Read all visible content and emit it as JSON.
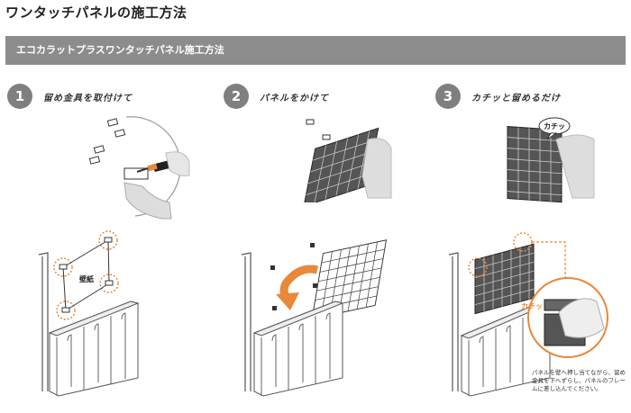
{
  "page": {
    "title": "ワンタッチパネルの施工方法"
  },
  "banner": {
    "text": "エコカラットプラスワンタッチパネル施工方法"
  },
  "steps": [
    {
      "number": "1",
      "label": "留め金具を取付けて"
    },
    {
      "number": "2",
      "label": "パネルをかけて"
    },
    {
      "number": "3",
      "label": "カチッと留めるだけ"
    }
  ],
  "annotations": {
    "wall_label": "壁紙",
    "click_sound_top": "カチッ",
    "click_sound_bottom": "カチッ",
    "note": "パネルを壁へ押し当てながら、留め金具を下へずらし、パネルのフレームに差し込んでください。"
  },
  "colors": {
    "accent_orange": "#e8883a",
    "banner_gray": "#8c8c8c",
    "step_gray": "#7f7f7f"
  },
  "icons": [
    "screwdriver-icon",
    "hand-icon",
    "arrow-curve-icon",
    "speech-bubble-icon"
  ]
}
